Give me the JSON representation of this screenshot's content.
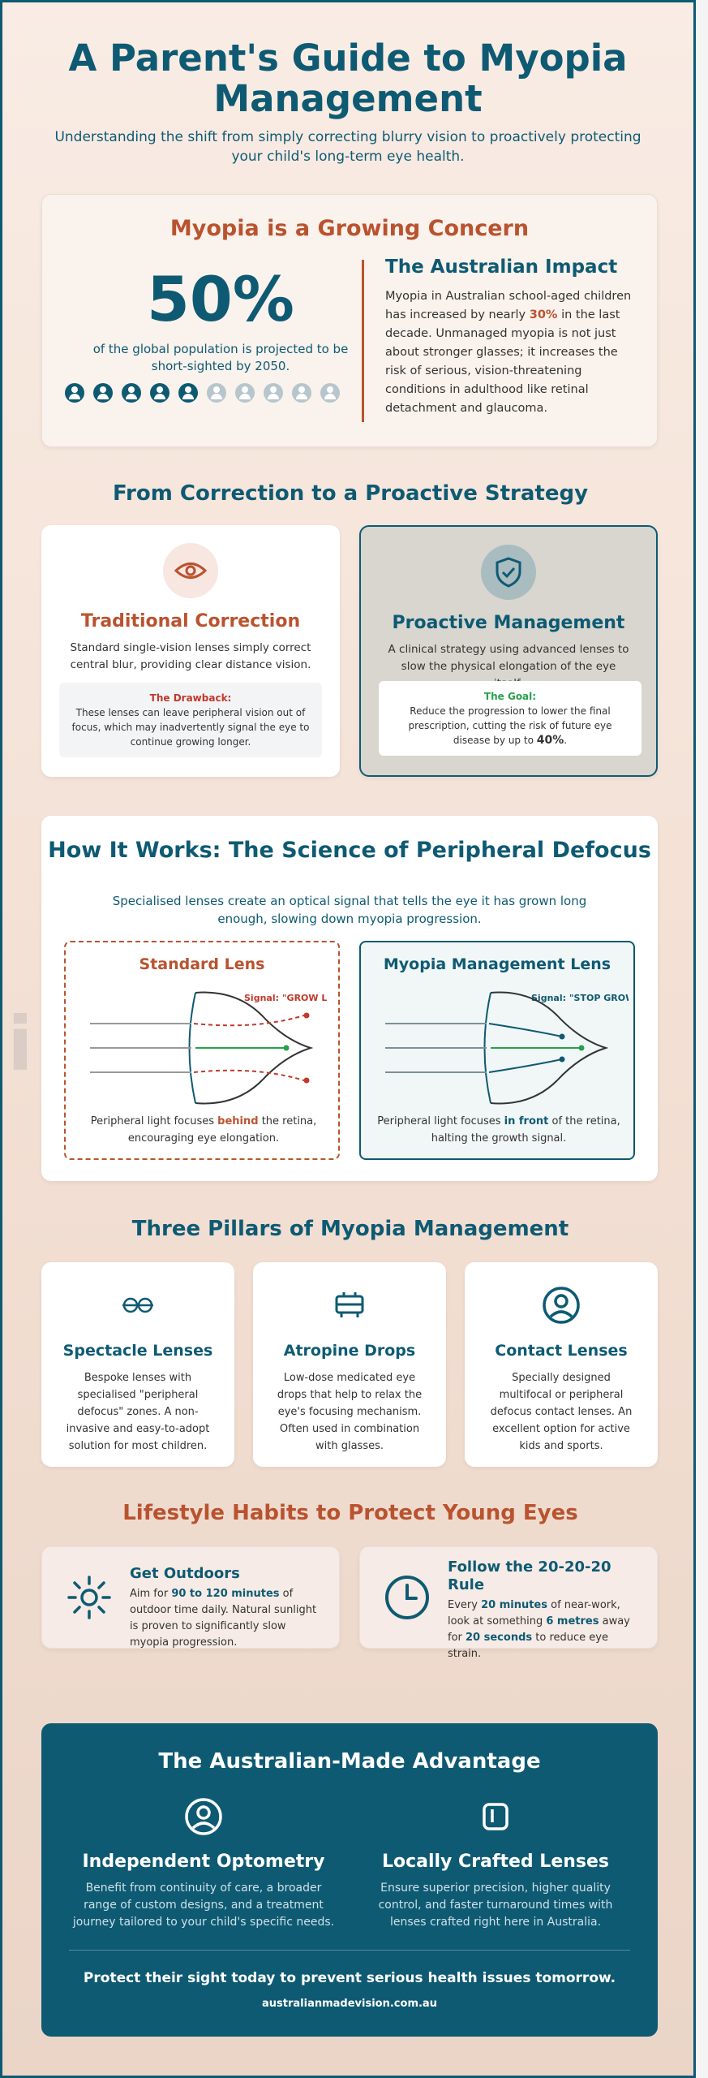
{
  "header": {
    "title": "A Parent's Guide to Myopia Management",
    "subtitle": "Understanding the shift from simply correcting blurry vision to proactively protecting your child's long-term eye health."
  },
  "concern": {
    "title": "Myopia is a Growing Concern",
    "stat": "50%",
    "stat_caption": "of the global population is projected to be short-sighted by 2050.",
    "people_filled": 5,
    "people_total": 10,
    "impact_title": "The Australian Impact",
    "impact_pre": "Myopia in Australian school-aged children has increased by nearly ",
    "impact_highlight": "30%",
    "impact_post": " in the last decade. Unmanaged myopia is not just about stronger glasses; it increases the risk of serious, vision-threatening conditions in adulthood like retinal detachment and glaucoma."
  },
  "strategy": {
    "title": "From Correction to a Proactive Strategy",
    "traditional": {
      "title": "Traditional Correction",
      "desc": "Standard single-vision lenses simply correct central blur, providing clear distance vision.",
      "box_title": "The Drawback:",
      "box_text": "These lenses can leave peripheral vision out of focus, which may inadvertently signal the eye to continue growing longer."
    },
    "proactive": {
      "title": "Proactive Management",
      "desc": "A clinical strategy using advanced lenses to slow the physical elongation of the eye itself.",
      "box_title": "The Goal:",
      "box_text": "Reduce the progression to lower the final prescription, cutting the risk of future eye disease by up to ",
      "box_highlight": "40%",
      "box_end": "."
    }
  },
  "how": {
    "title": "How It Works: The Science of Peripheral Defocus",
    "subtitle": "Specialised lenses create an optical signal that tells the eye it has grown long enough, slowing down myopia progression.",
    "standard": {
      "title": "Standard Lens",
      "signal": "Signal: \"GROW L",
      "cap_pre": "Peripheral light focuses ",
      "cap_highlight": "behind",
      "cap_post": " the retina, encouraging eye elongation."
    },
    "management": {
      "title": "Myopia Management Lens",
      "signal": "Signal: \"STOP GROW",
      "cap_pre": "Peripheral light focuses ",
      "cap_highlight": "in front",
      "cap_post": " of the retina, halting the growth signal."
    }
  },
  "pillars": {
    "title": "Three Pillars of Myopia Management",
    "items": [
      {
        "icon": "glasses-icon",
        "title": "Spectacle Lenses",
        "text": "Bespoke lenses with specialised \"peripheral defocus\" zones. A non-invasive and easy-to-adopt solution for most children."
      },
      {
        "icon": "eye-drops-icon",
        "title": "Atropine Drops",
        "text": "Low-dose medicated eye drops that help to relax the eye's focusing mechanism. Often used in combination with glasses."
      },
      {
        "icon": "contact-lens-icon",
        "title": "Contact Lenses",
        "text": "Specially designed multifocal or peripheral defocus contact lenses. An excellent option for active kids and sports."
      }
    ]
  },
  "lifestyle": {
    "title": "Lifestyle Habits to Protect Young Eyes",
    "outdoors": {
      "title": "Get Outdoors",
      "t1": "Aim for ",
      "h1": "90 to 120 minutes",
      "t2": " of outdoor time daily. Natural sunlight is proven to significantly slow myopia progression."
    },
    "rule": {
      "title": "Follow the 20-20-20 Rule",
      "t1": "Every ",
      "h1": "20 minutes",
      "t2": " of near-work, look at something ",
      "h2": "6 metres",
      "t3": " away for ",
      "h3": "20 seconds",
      "t4": " to reduce eye strain."
    }
  },
  "aus": {
    "title": "The Australian-Made Advantage",
    "col1_title": "Independent Optometry",
    "col1_text": "Benefit from continuity of care, a broader range of custom designs, and a treatment journey tailored to your child's specific needs.",
    "col2_title": "Locally Crafted Lenses",
    "col2_text": "Ensure superior precision, higher quality control, and faster turnaround times with lenses crafted right here in Australia.",
    "cta": "Protect their sight today to prevent serious health issues tomorrow.",
    "url": "australianmadevision.com.au"
  },
  "colors": {
    "teal": "#0e5a73",
    "rust": "#b9532f",
    "red": "#c0392b",
    "green": "#27a14b"
  }
}
